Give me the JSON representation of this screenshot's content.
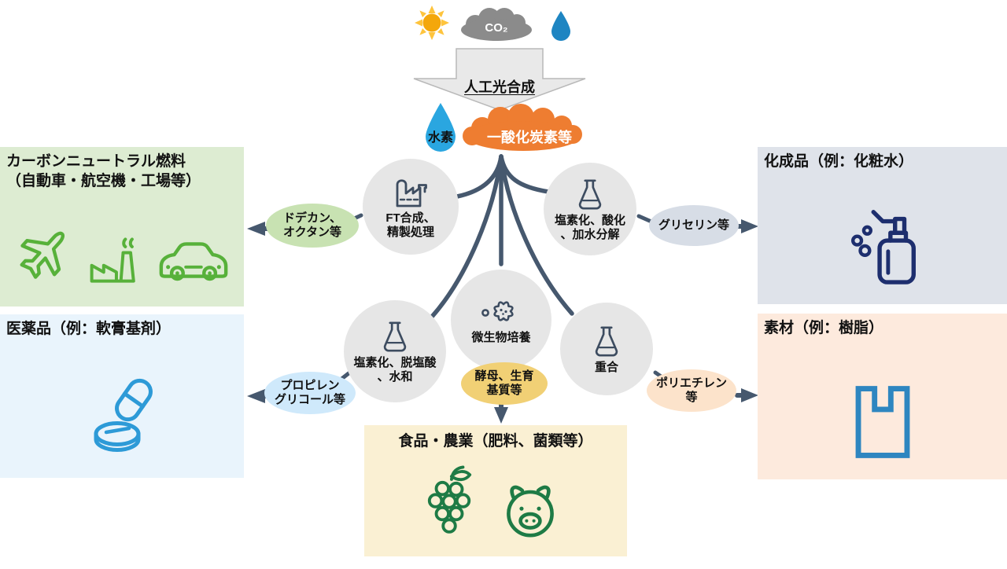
{
  "top": {
    "co2_label": "CO₂",
    "process_label": "人工光合成",
    "hydrogen_label": "水素",
    "co_label": "一酸化炭素等",
    "input_icons": [
      "sun-icon",
      "co2-cloud-icon",
      "water-droplet-icon"
    ]
  },
  "processes": [
    {
      "id": "ft-synthesis",
      "label": "FT合成、\n精製処理",
      "icon": "factory-icon"
    },
    {
      "id": "chlorination-oxidation",
      "label": "塩素化、酸化\n、加水分解",
      "icon": "flask-icon"
    },
    {
      "id": "microbe-culture",
      "label": "微生物培養",
      "icon": "microbe-icon"
    },
    {
      "id": "chlorination-hydration",
      "label": "塩素化、脱塩酸\n、水和",
      "icon": "flask-icon"
    },
    {
      "id": "polymerization",
      "label": "重合",
      "icon": "flask-icon"
    }
  ],
  "intermediates": [
    {
      "id": "dodecane",
      "label": "ドデカン、\nオクタン等",
      "color": "#c8e2b2"
    },
    {
      "id": "glycerin",
      "label": "グリセリン等",
      "color": "#d7dde6"
    },
    {
      "id": "propylene-glycol",
      "label": "プロピレン\nグリコール等",
      "color": "#cfe9fb"
    },
    {
      "id": "yeast",
      "label": "酵母、生育\n基質等",
      "color": "#f1d075"
    },
    {
      "id": "polyethylene",
      "label": "ポリエチレン\n等",
      "color": "#fce3cb"
    }
  ],
  "products": [
    {
      "id": "carbon-neutral-fuel",
      "title": "カーボンニュートラル燃料\n（自動車・航空機・工場等）",
      "bg": "#ddecd2",
      "icons": [
        "airplane-icon",
        "factory-icon",
        "car-icon"
      ]
    },
    {
      "id": "chemical-products",
      "title": "化成品（例：化粧水）",
      "bg": "#dfe3ea",
      "icons": [
        "lotion-pump-bottle-icon"
      ]
    },
    {
      "id": "pharmaceuticals",
      "title": "医薬品（例：軟膏基剤）",
      "bg": "#e9f4fc",
      "icons": [
        "capsule-tablet-icon"
      ]
    },
    {
      "id": "materials",
      "title": "素材（例：樹脂）",
      "bg": "#fdeadd",
      "icons": [
        "plastic-bag-icon"
      ]
    },
    {
      "id": "food-agriculture",
      "title": "食品・農業（肥料、菌類等）",
      "bg": "#faf0d3",
      "icons": [
        "grapes-icon",
        "pig-icon"
      ]
    }
  ],
  "colors": {
    "connector": "#46586e",
    "circle_bg": "#e6e6e6",
    "orange_cloud": "#ee7d31",
    "gray_cloud": "#8b8b8b",
    "hydrogen_droplet": "#2aa6e0",
    "water_droplet": "#1e85c2",
    "sun_core": "#f4a70b",
    "sun_rays": "#fec43d",
    "fuel_icon_green": "#57b13a",
    "pharma_icon_blue": "#2d9ad7",
    "chem_icon_navy": "#1d2e6e",
    "material_icon_blue": "#2e86c0",
    "food_icon_green": "#1e7b45",
    "process_icon_navy": "#3d4c60"
  }
}
